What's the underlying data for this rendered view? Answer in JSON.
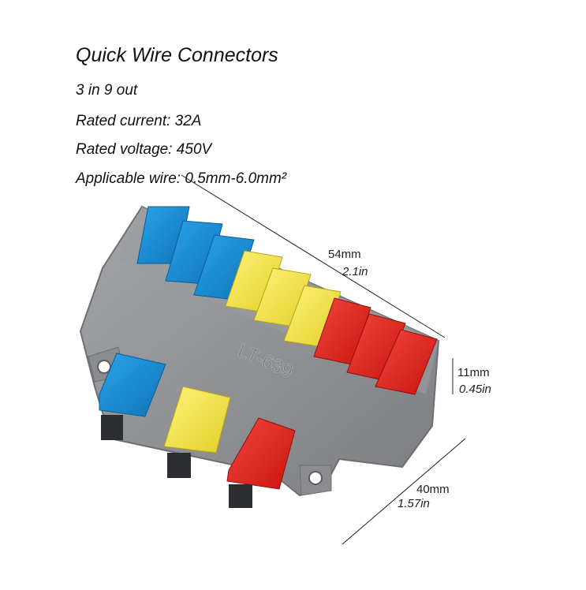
{
  "title": "Quick Wire Connectors",
  "specs": {
    "io": "3 in 9 out",
    "current": "Rated current: 32A",
    "voltage": "Rated voltage: 450V",
    "wire": "Applicable wire: 0.5mm-6.0mm²"
  },
  "dimensions": {
    "length_mm": "54mm",
    "length_in": "2.1in",
    "height_mm": "11mm",
    "height_in": "0.45in",
    "width_mm": "40mm",
    "width_in": "1.57in"
  },
  "product": {
    "model": "LT-639",
    "lever_colors": {
      "blue": "#1a8fd6",
      "yellow": "#f6e84a",
      "red": "#e4241c"
    },
    "housing_color": "#8e9094"
  }
}
